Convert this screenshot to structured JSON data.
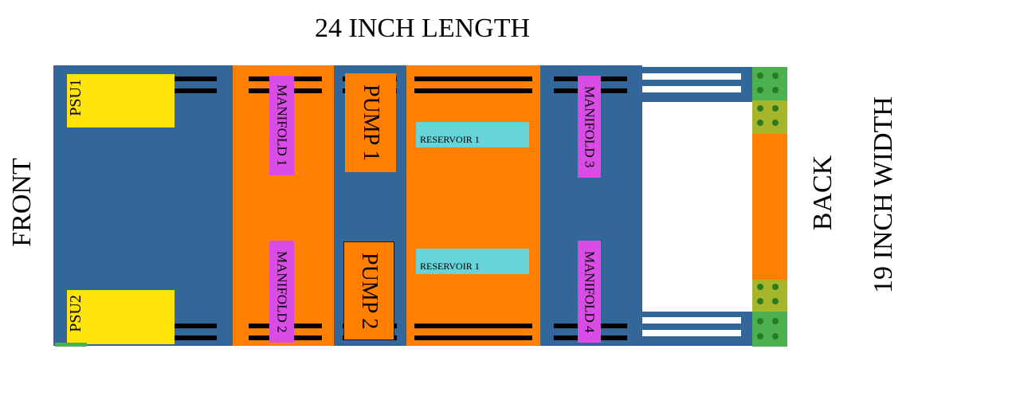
{
  "title": "24 INCH LENGTH",
  "front_label": "FRONT",
  "back_label": "BACK",
  "width_label": "19 INCH WIDTH",
  "psu": [
    "PSU1",
    "PSU2"
  ],
  "manifolds": [
    "MANIFOLD 1",
    "MANIFOLD 2",
    "MANIFOLD 3",
    "MANIFOLD 4"
  ],
  "pumps": [
    "PUMP 1",
    "PUMP 2"
  ],
  "reservoirs": [
    "RESERVOIR 1",
    "RESERVOIR 1"
  ],
  "colors": {
    "chassis": "#336699",
    "radiator_section": "#ff7f00",
    "psu": "#ffe40a",
    "manifold": "#d94ce6",
    "reservoir": "#66d4d9",
    "fan_connector": "#4caf50",
    "fan_connector_alt": "#a6b52a"
  }
}
